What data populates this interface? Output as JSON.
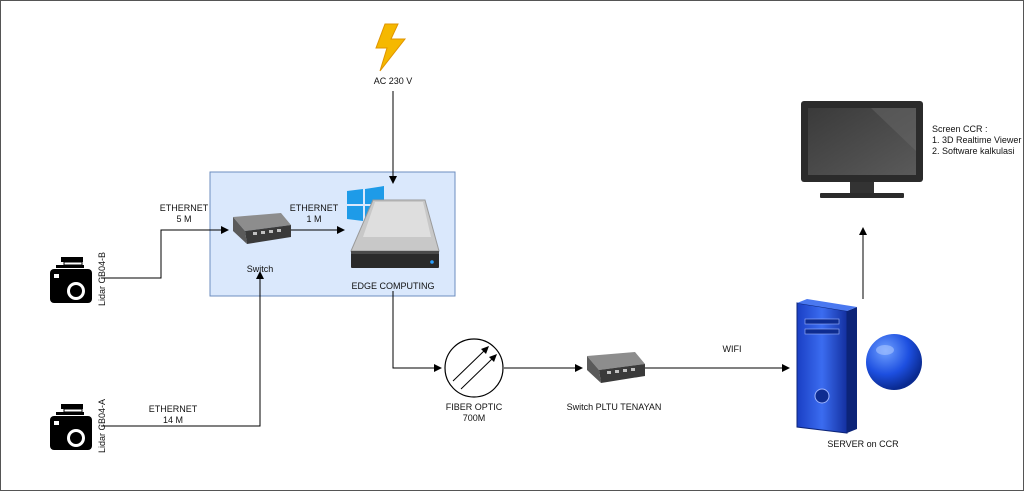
{
  "power": {
    "label": "AC 230 V"
  },
  "links": {
    "eth_5m": [
      "ETHERNET",
      "5 M"
    ],
    "eth_1m": [
      "ETHERNET",
      "1 M"
    ],
    "eth_14m": [
      "ETHERNET",
      "14 M"
    ],
    "wifi": "WIFI"
  },
  "nodes": {
    "switch": "Switch",
    "edge": "EDGE COMPUTING",
    "lidar_b": "Lidar CB04-B",
    "lidar_a": "Lidar CB04-A",
    "fiber": [
      "FIBER OPTIC",
      "700M"
    ],
    "switch_pltu": "Switch PLTU TENAYAN",
    "server": "SERVER on CCR"
  },
  "screen": {
    "lines": [
      "Screen CCR :",
      "1. 3D Realtime Viewer",
      "2. Software kalkulasi"
    ]
  },
  "colors": {
    "edge_box_fill": "#dae8fc",
    "edge_box_stroke": "#6c8ebf",
    "lightning": "#f5b800",
    "windows_blue": "#1e9be8",
    "server_blue": "#2050d8"
  }
}
